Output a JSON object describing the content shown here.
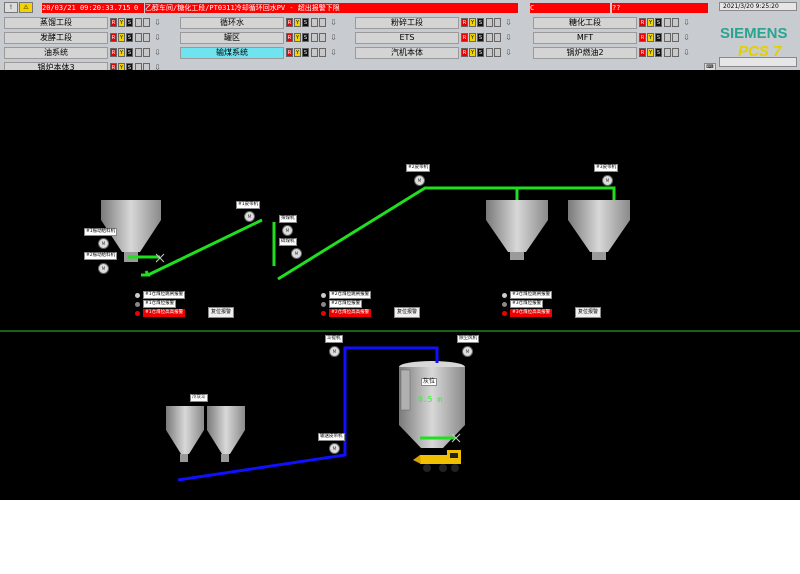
{
  "header": {
    "alarm": {
      "date": "20/03/21",
      "time": "09:20:33.715",
      "code": "0",
      "message": "乙醇车间/糖化工段/PT0311冷却循环回水PV - 超出报警下限",
      "state": "C",
      "extra": "??"
    },
    "clock": "2021/3/20 9:25:20",
    "logo": {
      "brand": "SIEMENS",
      "product": "PCS 7"
    },
    "nav": [
      {
        "label": "蒸馏工段"
      },
      {
        "label": "循环水"
      },
      {
        "label": "粉碎工段"
      },
      {
        "label": "糖化工段"
      },
      {
        "label": "发酵工段"
      },
      {
        "label": "罐区"
      },
      {
        "label": "ETS"
      },
      {
        "label": "MFT"
      },
      {
        "label": "油系统"
      },
      {
        "label": "输煤系统",
        "selected": true
      },
      {
        "label": "汽机本体"
      },
      {
        "label": "锅炉燃油2"
      },
      {
        "label": "锅炉本体3"
      }
    ],
    "status_letters": {
      "r": "R",
      "y": "Y",
      "k": "S"
    }
  },
  "top_area": {
    "labels": {
      "feeder1": "#1振动给料机",
      "feeder2": "#2振动给料机",
      "belt1": "#1皮带机",
      "belt2": "#2皮带机",
      "belt3": "#3皮带机",
      "crusher": "碎煤机",
      "sieve": "筛煤机",
      "motor": "M"
    },
    "groups": [
      {
        "l1": "#1仓煤位跳闸报警",
        "l2": "#1仓煤位报警",
        "l3": "#1仓煤位高高报警",
        "btn": "复位报警"
      },
      {
        "l1": "#2仓煤位跳闸报警",
        "l2": "#2仓煤位报警",
        "l3": "#2仓煤位高高报警",
        "btn": "复位报警"
      },
      {
        "l1": "#3仓煤位跳闸报警",
        "l2": "#3仓煤位报警",
        "l3": "#3仓煤位高高报警",
        "btn": "复位报警"
      }
    ]
  },
  "bottom_area": {
    "labels": {
      "elevator": "斗提机",
      "dust": "除尘风机",
      "ash_silo": "冷灰斗",
      "conveyor": "输送皮带机",
      "level_label": "灰位",
      "level_value": "0.5 m"
    }
  },
  "colors": {
    "green_line": "#1fdf1f",
    "blue_line": "#1010ff",
    "alarm_red": "#ff0000",
    "selected_tab": "#6fe3ef"
  }
}
